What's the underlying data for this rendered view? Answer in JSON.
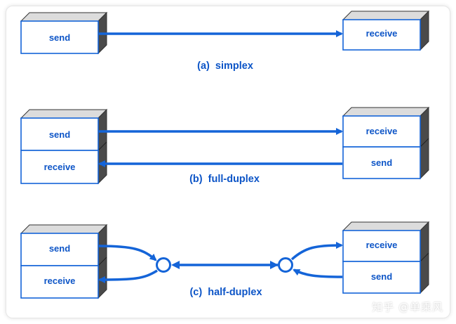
{
  "colors": {
    "blue": "#1464d8",
    "label_blue": "#0d55c7",
    "box_side": "#4a4a4a",
    "box_top": "#dcdcdc"
  },
  "icons": [
    "arrow-icon",
    "junction-circle-icon"
  ],
  "panels": {
    "simplex": {
      "caption": "(a)  simplex",
      "left": {
        "box1": "send"
      },
      "right": {
        "box1": "receive"
      }
    },
    "full_duplex": {
      "caption": "(b)  full-duplex",
      "left": {
        "box1": "send",
        "box2": "receive"
      },
      "right": {
        "box1": "receive",
        "box2": "send"
      }
    },
    "half_duplex": {
      "caption": "(c)  half-duplex",
      "left": {
        "box1": "send",
        "box2": "receive"
      },
      "right": {
        "box1": "receive",
        "box2": "send"
      }
    }
  },
  "watermark": "知乎 @单乘风"
}
